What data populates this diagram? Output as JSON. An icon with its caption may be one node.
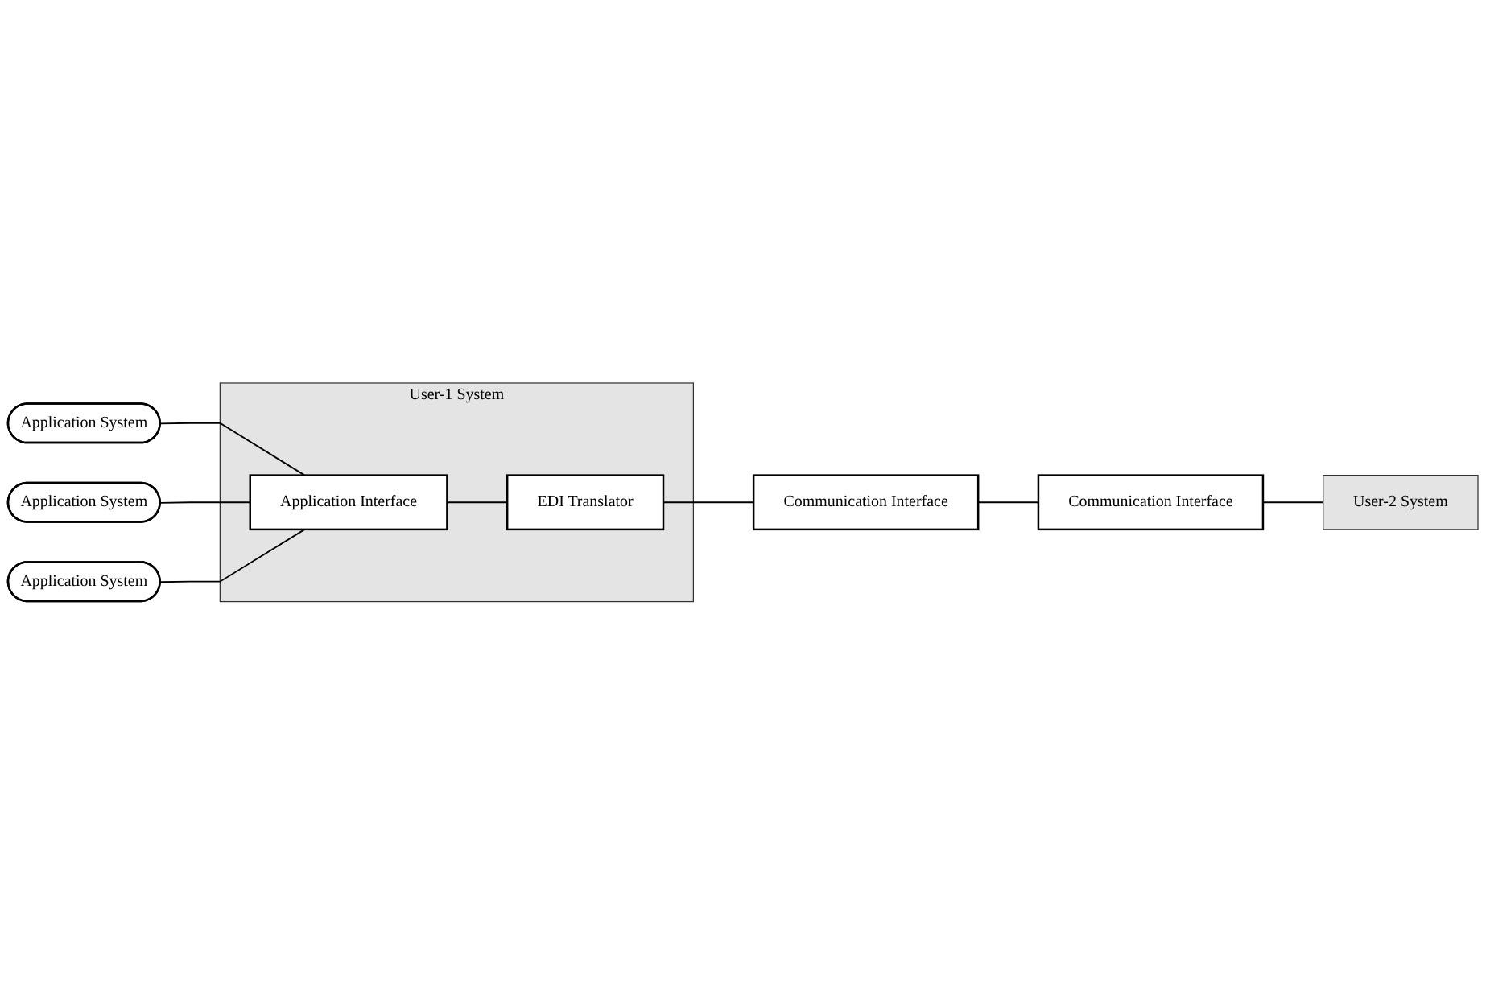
{
  "diagram": {
    "nodes": [
      {
        "text": [
          "Application System"
        ]
      },
      {
        "text": [
          "Application System"
        ]
      },
      {
        "text": [
          "Application System"
        ]
      },
      {
        "text": [
          "User-1 System"
        ]
      },
      {
        "text": [
          "Application Interface"
        ],
        "in": 3
      },
      {
        "text": [
          "EDI Translator"
        ],
        "in": 3
      },
      {
        "text": [
          "Communication Interface"
        ]
      },
      {
        "text": [
          "Communication Interface"
        ]
      },
      {
        "text": [
          "User-2 System"
        ]
      }
    ],
    "edges": [
      {
        "from": 0,
        "to": 4,
        "arrow": "none"
      },
      {
        "from": 1,
        "to": 4,
        "arrow": "none"
      },
      {
        "from": 2,
        "to": 4,
        "arrow": "none"
      },
      {
        "from": 4,
        "to": 5,
        "arrow": "none"
      },
      {
        "from": 5,
        "to": 6,
        "arrow": "none"
      },
      {
        "from": 6,
        "to": 7,
        "arrow": "none"
      },
      {
        "from": 7,
        "to": 8,
        "arrow": "none"
      }
    ]
  }
}
